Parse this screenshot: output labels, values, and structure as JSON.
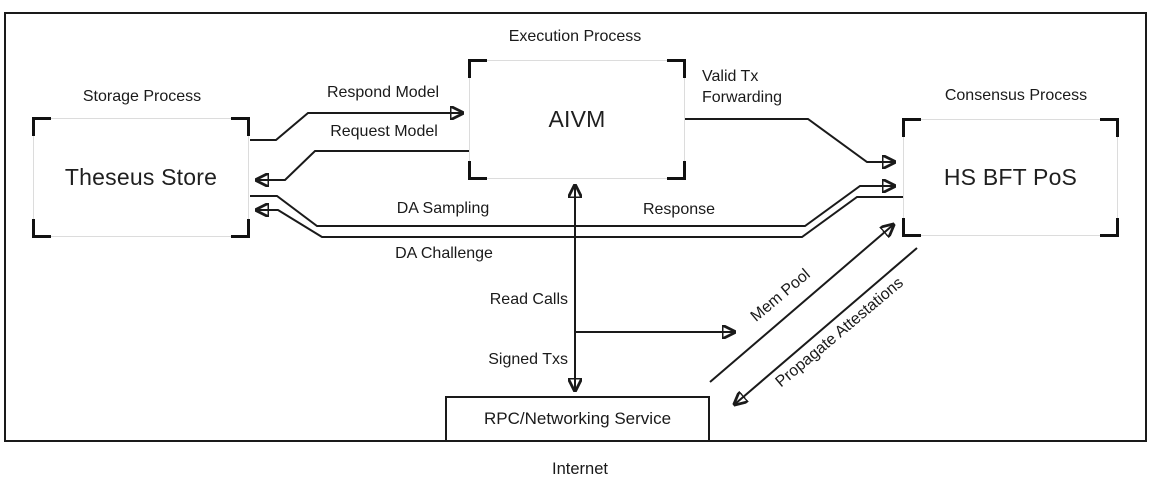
{
  "nodes": {
    "storage": {
      "process_label": "Storage Process",
      "title": "Theseus Store"
    },
    "execution": {
      "process_label": "Execution Process",
      "title": "AIVM"
    },
    "consensus": {
      "process_label": "Consensus Process",
      "title": "HS BFT PoS"
    },
    "rpc": {
      "title": "RPC/Networking Service"
    }
  },
  "edges": {
    "respond_model": {
      "label": "Respond Model",
      "from": "Theseus Store",
      "to": "AIVM"
    },
    "request_model": {
      "label": "Request Model",
      "from": "AIVM",
      "to": "Theseus Store"
    },
    "valid_tx_forwarding": {
      "label": "Valid Tx Forwarding",
      "from": "AIVM",
      "to": "HS BFT PoS"
    },
    "da_sampling": {
      "label": "DA Sampling",
      "from": "Theseus Store",
      "to": "HS BFT PoS"
    },
    "response": {
      "label": "Response",
      "from": "Theseus Store",
      "to": "HS BFT PoS"
    },
    "da_challenge": {
      "label": "DA Challenge",
      "from": "HS BFT PoS",
      "to": "Theseus Store"
    },
    "read_calls": {
      "label": "Read Calls",
      "from": "RPC/Networking Service",
      "to": "AIVM"
    },
    "signed_txs": {
      "label": "Signed Txs",
      "from": "AIVM",
      "to": "RPC/Networking Service"
    },
    "mem_pool": {
      "label": "Mem Pool",
      "from": "RPC/Networking Service",
      "to": "HS BFT PoS"
    },
    "propagate_attestations": {
      "label": "Propagate Attestations",
      "from": "HS BFT PoS",
      "to": "RPC/Networking Service"
    }
  },
  "footer": {
    "internet_label": "Internet"
  },
  "colors": {
    "ink": "#1a1a1a",
    "node_border": "#dcdcdc",
    "background": "#ffffff"
  }
}
